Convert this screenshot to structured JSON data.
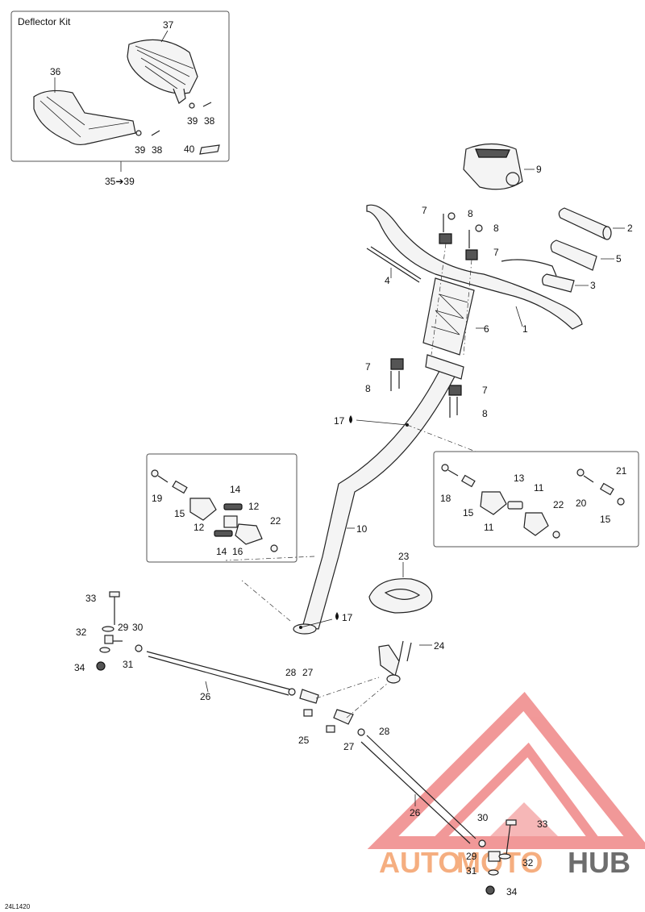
{
  "kit_title": "Deflector Kit",
  "kit_range": "35➔39",
  "drawing_code": "24L1420",
  "watermark": {
    "part1": "AUTO",
    "part2": "MOTO",
    "part3": "HUB",
    "color_light": "#f4a06a",
    "color_dark": "#555555"
  },
  "callouts": {
    "c1": "1",
    "c2": "2",
    "c3": "3",
    "c4": "4",
    "c5": "5",
    "c6": "6",
    "c7a": "7",
    "c7b": "7",
    "c7c": "7",
    "c7d": "7",
    "c8a": "8",
    "c8b": "8",
    "c8c": "8",
    "c8d": "8",
    "c9": "9",
    "c10": "10",
    "c11a": "11",
    "c11b": "11",
    "c12a": "12",
    "c12b": "12",
    "c13": "13",
    "c14a": "14",
    "c14b": "14",
    "c15a": "15",
    "c15b": "15",
    "c15c": "15",
    "c16": "16",
    "c17a": "17",
    "c17b": "17",
    "c18": "18",
    "c19": "19",
    "c20": "20",
    "c21": "21",
    "c22a": "22",
    "c22b": "22",
    "c23": "23",
    "c24": "24",
    "c25": "25",
    "c26a": "26",
    "c26b": "26",
    "c27a": "27",
    "c27b": "27",
    "c28a": "28",
    "c28b": "28",
    "c29a": "29",
    "c29b": "29",
    "c30a": "30",
    "c30b": "30",
    "c31a": "31",
    "c31b": "31",
    "c32a": "32",
    "c32b": "32",
    "c33a": "33",
    "c33b": "33",
    "c34a": "34",
    "c34b": "34",
    "c36": "36",
    "c37": "37",
    "c38a": "38",
    "c38b": "38",
    "c39a": "39",
    "c39b": "39",
    "c40": "40"
  }
}
